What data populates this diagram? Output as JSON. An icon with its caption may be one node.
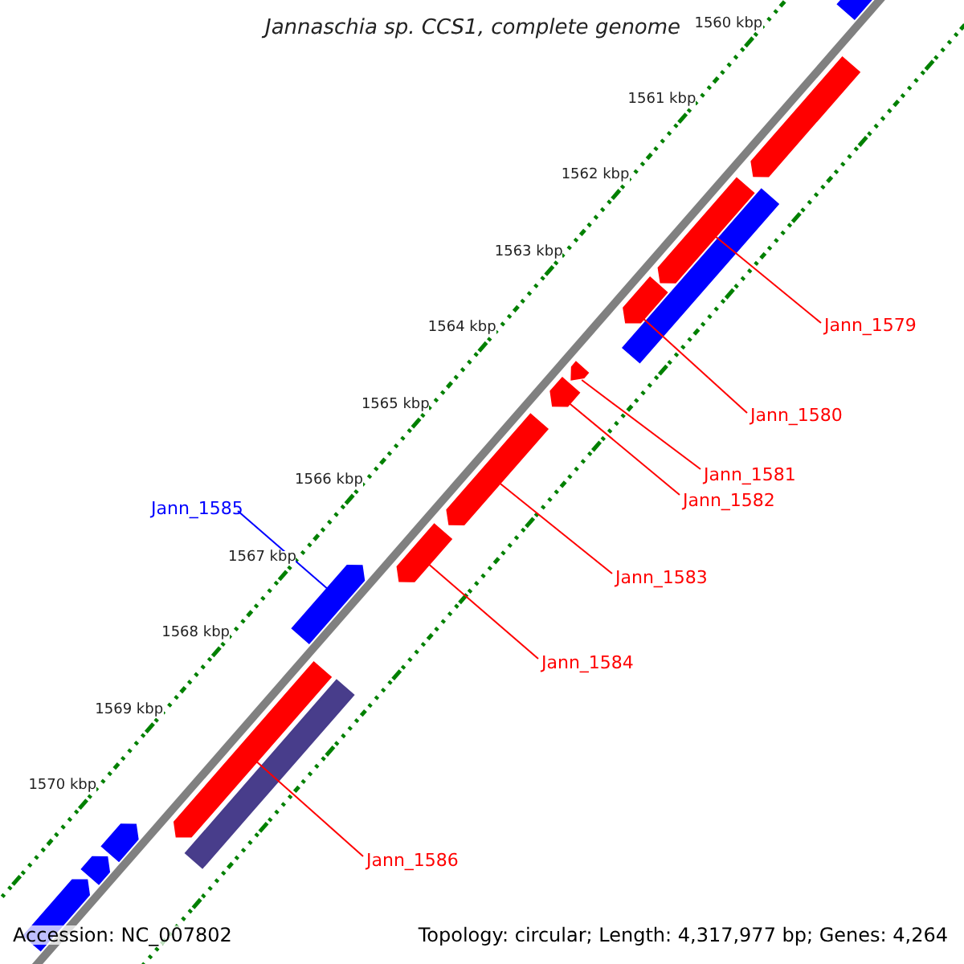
{
  "diagram": {
    "title": "Jannaschia sp. CCS1, complete genome",
    "nodes": [
      {
        "text": [],
        "shape": "bar"
      },
      {
        "text": [],
        "shape": "arrow"
      },
      {
        "text": [],
        "shape": "bar"
      },
      {
        "text": [],
        "shape": "arrow"
      },
      {
        "text": [],
        "shape": "arrow"
      },
      {
        "text": [],
        "shape": "arrow"
      },
      {
        "text": [],
        "shape": "arrow"
      },
      {
        "text": [],
        "shape": "arrow"
      },
      {
        "text": [],
        "shape": "arrow"
      },
      {
        "text": [],
        "shape": "arrow"
      },
      {
        "text": [],
        "shape": "arrow"
      },
      {
        "text": [],
        "shape": "bar"
      },
      {
        "text": [],
        "shape": "arrow"
      },
      {
        "text": [],
        "shape": "arrow"
      },
      {
        "text": [],
        "shape": "arrow"
      },
      {
        "text": [
          "Jann_1579"
        ]
      },
      {
        "text": [
          "Jann_1580"
        ]
      },
      {
        "text": [
          "Jann_1581"
        ]
      },
      {
        "text": [
          "Jann_1582"
        ]
      },
      {
        "text": [
          "Jann_1585"
        ]
      },
      {
        "text": [
          "Jann_1583"
        ]
      },
      {
        "text": [
          "Jann_1584"
        ]
      },
      {
        "text": [
          "Jann_1586"
        ]
      }
    ],
    "edges": [
      {
        "from": 15,
        "to": 3,
        "arrow": "none"
      },
      {
        "from": 16,
        "to": 4,
        "arrow": "none"
      },
      {
        "from": 17,
        "to": 5,
        "arrow": "none"
      },
      {
        "from": 18,
        "to": 6,
        "arrow": "none"
      },
      {
        "from": 19,
        "to": 9,
        "arrow": "none",
        "color": "#0000ff"
      },
      {
        "from": 20,
        "to": 7,
        "arrow": "none"
      },
      {
        "from": 21,
        "to": 8,
        "arrow": "none"
      },
      {
        "from": 22,
        "to": 10,
        "arrow": "none"
      }
    ],
    "labels": [
      "1560 kbp",
      "1561 kbp",
      "1562 kbp",
      "1563 kbp",
      "1564 kbp",
      "1565 kbp",
      "1566 kbp",
      "1567 kbp",
      "1568 kbp",
      "1569 kbp",
      "1570 kbp",
      "Accession: NC_007802",
      "Topology: circular; Length: 4,317,977 bp; Genes: 4,264"
    ]
  }
}
